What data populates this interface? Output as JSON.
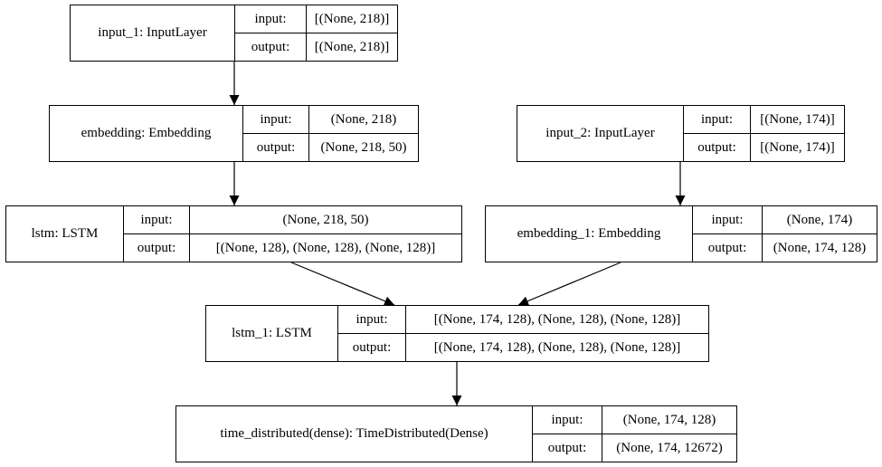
{
  "io_labels": {
    "input": "input:",
    "output": "output:"
  },
  "nodes": [
    {
      "id": "input_1",
      "name": "input_1: InputLayer",
      "input": "[(None, 218)]",
      "output": "[(None, 218)]"
    },
    {
      "id": "embedding",
      "name": "embedding: Embedding",
      "input": "(None, 218)",
      "output": "(None, 218, 50)"
    },
    {
      "id": "lstm",
      "name": "lstm: LSTM",
      "input": "(None, 218, 50)",
      "output": "[(None, 128), (None, 128), (None, 128)]"
    },
    {
      "id": "input_2",
      "name": "input_2: InputLayer",
      "input": "[(None, 174)]",
      "output": "[(None, 174)]"
    },
    {
      "id": "embedding_1",
      "name": "embedding_1: Embedding",
      "input": "(None, 174)",
      "output": "(None, 174, 128)"
    },
    {
      "id": "lstm_1",
      "name": "lstm_1: LSTM",
      "input": "[(None, 174, 128), (None, 128), (None, 128)]",
      "output": "[(None, 174, 128), (None, 128), (None, 128)]"
    },
    {
      "id": "time_distributed",
      "name": "time_distributed(dense): TimeDistributed(Dense)",
      "input": "(None, 174, 128)",
      "output": "(None, 174, 12672)"
    }
  ],
  "edges": [
    {
      "from": "input_1",
      "to": "embedding"
    },
    {
      "from": "embedding",
      "to": "lstm"
    },
    {
      "from": "input_2",
      "to": "embedding_1"
    },
    {
      "from": "lstm",
      "to": "lstm_1"
    },
    {
      "from": "embedding_1",
      "to": "lstm_1"
    },
    {
      "from": "lstm_1",
      "to": "time_distributed"
    }
  ],
  "colors": {
    "stroke": "#000000",
    "background": "#ffffff"
  }
}
